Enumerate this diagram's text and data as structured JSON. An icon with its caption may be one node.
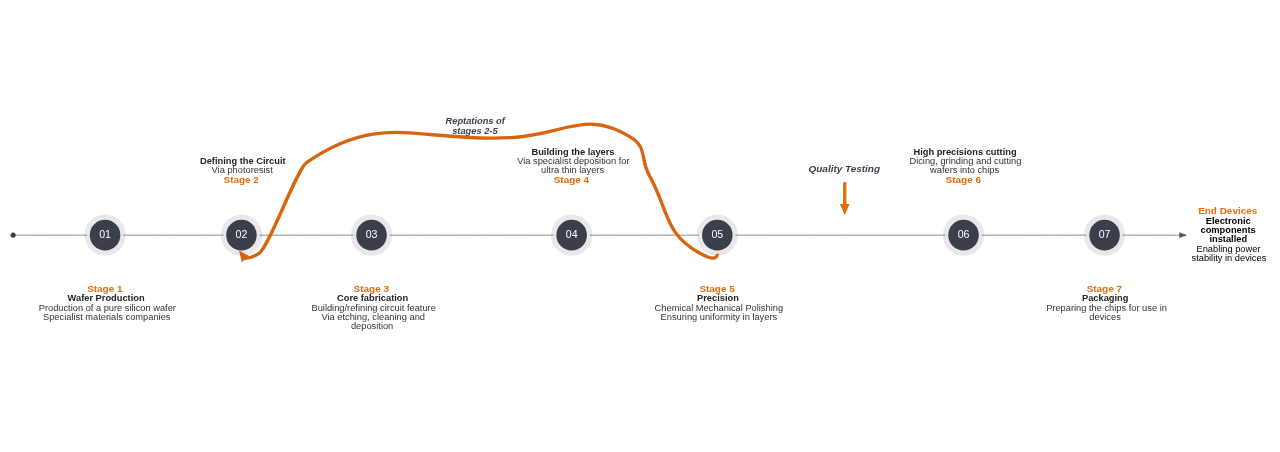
{
  "diagram": {
    "nodes": [
      {
        "text": [],
        "shape": "circle"
      },
      {
        "text": [
          "01"
        ],
        "beside": [
          "Stage 1",
          "Wafer Production",
          "Production of a pure silicon wafer",
          "Specialist materials companies"
        ]
      },
      {
        "text": [
          "02"
        ],
        "beside": [
          "Defining the Circuit",
          "Via photoresist",
          "Stage 2"
        ]
      },
      {
        "text": [
          "03"
        ],
        "beside": [
          "Stage 3",
          "Core fabrication",
          "Building/refining circuit feature",
          "Via etching, cleaning and deposition"
        ]
      },
      {
        "text": [
          "04"
        ],
        "beside": [
          "Building the layers",
          "Via specialist deposition for ultra thin layers",
          "Stage 4"
        ]
      },
      {
        "text": [
          "05"
        ],
        "beside": [
          "Stage 5",
          "Precision",
          "Chemical Mechanical Polishing",
          "Ensuring uniformity in layers"
        ]
      },
      {
        "text": [
          "06"
        ],
        "beside": [
          "High precisions cutting",
          "Dicing, grinding and cutting wafers into chips",
          "Stage 6"
        ]
      },
      {
        "text": [
          "07"
        ],
        "beside": [
          "Stage 7",
          "Packaging",
          "Preparing the chips for use in devices"
        ]
      },
      {
        "text": [
          "End Devices",
          "Electronic components installed",
          "Enabling power stability in devices"
        ]
      },
      {
        "text": [
          "Quality Testing"
        ]
      }
    ],
    "edges": [
      {
        "from": 0,
        "to": 1,
        "arrow": "none"
      },
      {
        "from": 1,
        "to": 2,
        "arrow": "none"
      },
      {
        "from": 2,
        "to": 3,
        "arrow": "none"
      },
      {
        "from": 3,
        "to": 4,
        "arrow": "none"
      },
      {
        "from": 4,
        "to": 5,
        "arrow": "none"
      },
      {
        "from": 5,
        "to": 6,
        "arrow": "none"
      },
      {
        "from": 6,
        "to": 7,
        "arrow": "none"
      },
      {
        "from": 7,
        "to": 8,
        "arrow": "to"
      },
      {
        "from": 9,
        "to": null,
        "arrow": "to",
        "style": "thick",
        "color": "#e36c0a"
      },
      {
        "from": 5,
        "to": 2,
        "arrow": "to",
        "label": "Reptations of stages 2-5",
        "style": "thick",
        "color": "#d9640f"
      }
    ]
  }
}
